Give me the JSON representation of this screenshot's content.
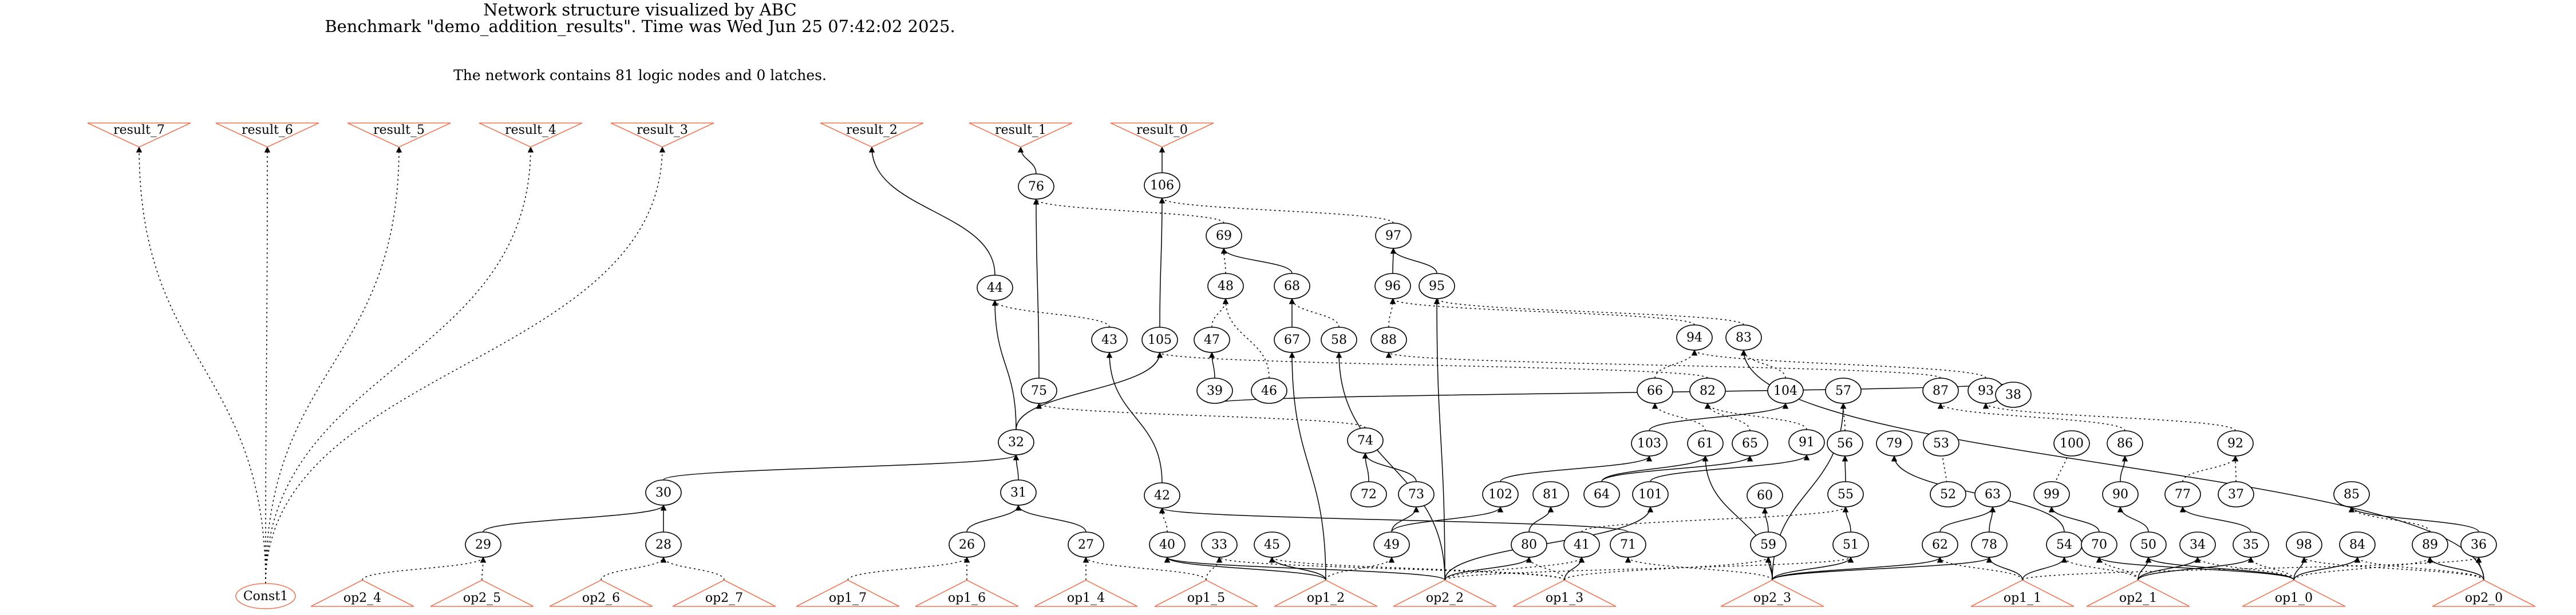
{
  "header": {
    "title": "Network structure visualized by ABC",
    "benchmark": "Benchmark \"demo_addition_results\". Time was Wed Jun 25 07:42:02 2025.",
    "summary": "The network contains 81 logic nodes and 0 latches."
  },
  "colors": {
    "io_triangle": "#ee7755",
    "node_stroke": "#000000",
    "edge": "#000000"
  },
  "outputs": [
    "result_7",
    "result_6",
    "result_5",
    "result_4",
    "result_3",
    "result_2",
    "result_1",
    "result_0"
  ],
  "inputs": [
    "Const1",
    "op2_4",
    "op2_5",
    "op2_6",
    "op2_7",
    "op1_7",
    "op1_6",
    "op1_4",
    "op1_5",
    "op1_2",
    "op2_2",
    "op1_3",
    "op2_3",
    "op1_1",
    "op2_1",
    "op1_0",
    "op2_0"
  ],
  "nodes": [
    "106",
    "76",
    "97",
    "69",
    "68",
    "96",
    "95",
    "48",
    "44",
    "43",
    "105",
    "47",
    "67",
    "58",
    "88",
    "94",
    "83",
    "39",
    "46",
    "66",
    "82",
    "104",
    "57",
    "87",
    "93",
    "75",
    "32",
    "74",
    "103",
    "61",
    "65",
    "91",
    "56",
    "79",
    "53",
    "38",
    "100",
    "86",
    "92",
    "30",
    "31",
    "42",
    "72",
    "73",
    "102",
    "81",
    "64",
    "101",
    "60",
    "55",
    "52",
    "63",
    "99",
    "90",
    "77",
    "37",
    "85",
    "29",
    "28",
    "26",
    "27",
    "40",
    "33",
    "45",
    "49",
    "80",
    "41",
    "71",
    "59",
    "51",
    "62",
    "78",
    "54",
    "70",
    "50",
    "34",
    "35",
    "98",
    "84",
    "89",
    "36"
  ]
}
